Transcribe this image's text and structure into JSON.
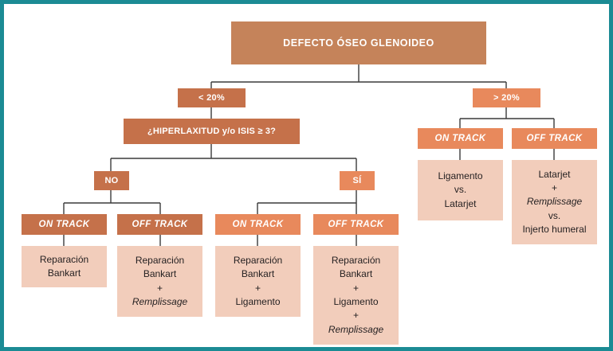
{
  "figure": {
    "title": "DEFECTO ÓSEO GLENOIDEO",
    "border_color": "#1b8b94",
    "background_color": "#ffffff"
  },
  "palette": {
    "root_fill": "#c5835a",
    "chip_dark": "#c5714a",
    "chip_light": "#e8895c",
    "leaf_fill": "#f2cdbb",
    "leaf_text": "#231f20",
    "chip_text": "#ffffff",
    "connector": "#3a3a3a"
  },
  "nodes": {
    "root": {
      "label": "DEFECTO ÓSEO GLENOIDEO"
    },
    "left_branch": {
      "label": "< 20%",
      "question": "¿HIPERLAXITUD y/o ISIS ≥ 3?",
      "answers": {
        "no": {
          "label": "NO",
          "on_track": {
            "header": "ON TRACK",
            "lines": [
              {
                "text": "Reparación",
                "italic": false
              },
              {
                "text": "Bankart",
                "italic": false
              }
            ]
          },
          "off_track": {
            "header": "OFF TRACK",
            "lines": [
              {
                "text": "Reparación",
                "italic": false
              },
              {
                "text": "Bankart",
                "italic": false
              },
              {
                "text": "+",
                "italic": false
              },
              {
                "text": "Remplissage",
                "italic": true
              }
            ]
          }
        },
        "si": {
          "label": "SÍ",
          "on_track": {
            "header": "ON TRACK",
            "lines": [
              {
                "text": "Reparación",
                "italic": false
              },
              {
                "text": "Bankart",
                "italic": false
              },
              {
                "text": "+",
                "italic": false
              },
              {
                "text": "Ligamento",
                "italic": false
              }
            ]
          },
          "off_track": {
            "header": "OFF TRACK",
            "lines": [
              {
                "text": "Reparación",
                "italic": false
              },
              {
                "text": "Bankart",
                "italic": false
              },
              {
                "text": "+",
                "italic": false
              },
              {
                "text": "Ligamento",
                "italic": false
              },
              {
                "text": "+",
                "italic": false
              },
              {
                "text": "Remplissage",
                "italic": true
              }
            ]
          }
        }
      }
    },
    "right_branch": {
      "label": "> 20%",
      "on_track": {
        "header": "ON TRACK",
        "lines": [
          {
            "text": "Ligamento",
            "italic": false
          },
          {
            "text": "vs.",
            "italic": false
          },
          {
            "text": "Latarjet",
            "italic": false
          }
        ]
      },
      "off_track": {
        "header": "OFF TRACK",
        "lines": [
          {
            "text": "Latarjet",
            "italic": false
          },
          {
            "text": "+",
            "italic": false
          },
          {
            "text": "Remplissage",
            "italic": true
          },
          {
            "text": "vs.",
            "italic": false
          },
          {
            "text": "Injerto humeral",
            "italic": false
          }
        ]
      }
    }
  }
}
